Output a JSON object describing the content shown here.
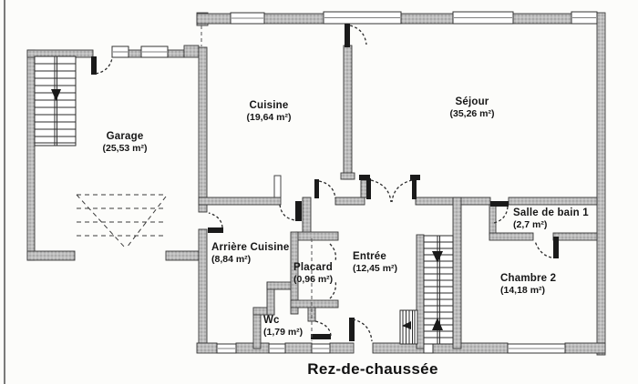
{
  "caption": "Rez-de-chaussée",
  "rooms": {
    "garage": {
      "name": "Garage",
      "area": "(25,53 m²)"
    },
    "cuisine": {
      "name": "Cuisine",
      "area": "(19,64 m²)"
    },
    "sejour": {
      "name": "Séjour",
      "area": "(35,26 m²)"
    },
    "arriere": {
      "name": "Arrière Cuisine",
      "area": "(8,84 m²)"
    },
    "placard": {
      "name": "Placard",
      "area": "(0,96 m²)"
    },
    "entree": {
      "name": "Entrée",
      "area": "(12,45 m²)"
    },
    "wc": {
      "name": "Wc",
      "area": "(1,79 m²)"
    },
    "sdb1": {
      "name": "Salle de bain 1",
      "area": "(2,7 m²)"
    },
    "chambre2": {
      "name": "Chambre 2",
      "area": "(14,18 m²)"
    }
  },
  "colors": {
    "wall_fill": "#bdbdbd",
    "ink": "#2f2f2f",
    "paper": "#fcfcfa"
  }
}
